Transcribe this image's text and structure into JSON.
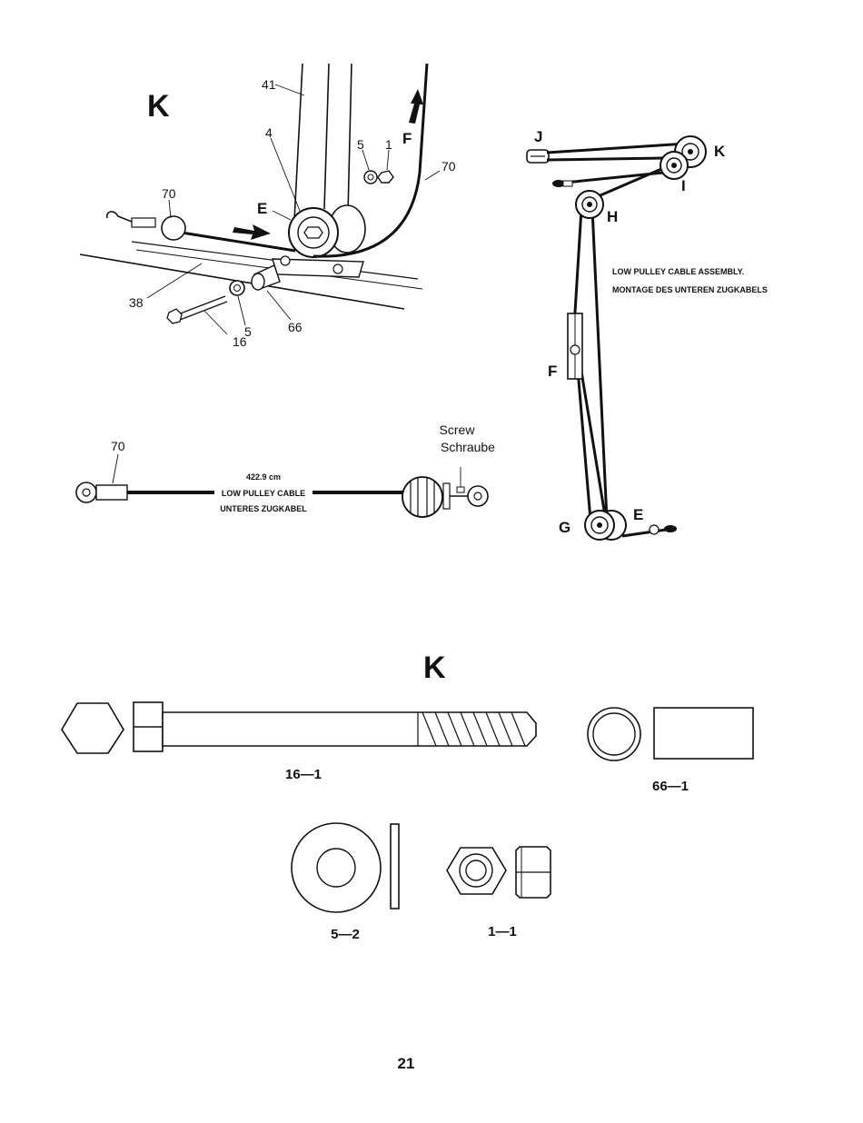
{
  "top_section": {
    "letter": "K",
    "assembly_callouts": {
      "c41": "41",
      "c4": "4",
      "c5a": "5",
      "c1": "1",
      "cF": "F",
      "c70a": "70",
      "cE": "E",
      "c70b": "70",
      "c38": "38",
      "c16": "16",
      "c5b": "5",
      "c66": "66"
    },
    "cable_spec": {
      "part_number": "70",
      "length": "422.9 cm",
      "name_en": "LOW PULLEY CABLE",
      "name_de": "UNTERES ZUGKABEL",
      "screw_en": "Screw",
      "screw_de": "Schraube"
    },
    "routing": {
      "pulleys": [
        "J",
        "K",
        "I",
        "H",
        "F",
        "G",
        "E"
      ],
      "title_en": "LOW PULLEY CABLE ASSEMBLY.",
      "title_de": "MONTAGE DES UNTEREN ZUGKABELS"
    }
  },
  "parts_section": {
    "letter": "K",
    "parts": {
      "bolt": "16—1",
      "spacer": "66—1",
      "washer": "5—2",
      "nut": "1—1"
    }
  },
  "footer": {
    "page_number": "21"
  }
}
